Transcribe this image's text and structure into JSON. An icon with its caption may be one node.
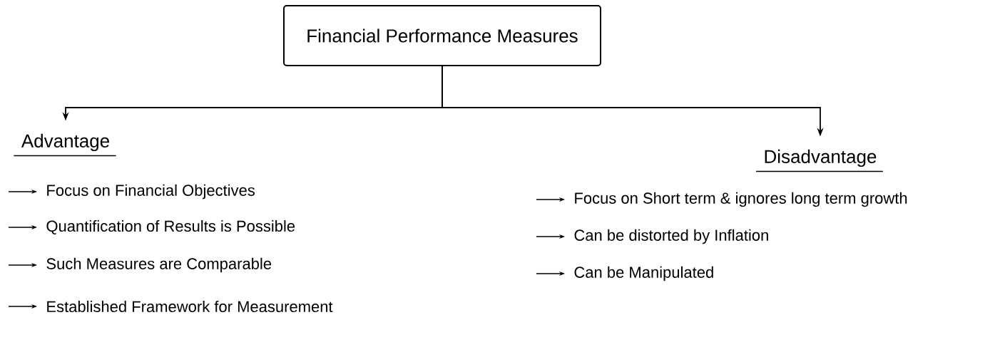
{
  "diagram": {
    "nodes": [
      {
        "text": [
          "Financial Performance Measures"
        ]
      },
      {
        "text": [
          "Advantage"
        ]
      },
      {
        "text": [
          "Disadvantage"
        ]
      }
    ],
    "edges": [
      {
        "from": 0,
        "to": 1,
        "arrow": "to"
      },
      {
        "from": 0,
        "to": 2,
        "arrow": "to"
      }
    ],
    "labels": [
      "Focus on Financial Objectives",
      "Quantification of Results is Possible",
      "Such Measures are Comparable",
      "Established Framework for Measurement",
      "Focus on Short term & ignores long term growth",
      "Can be distorted by Inflation",
      "Can be Manipulated"
    ]
  }
}
